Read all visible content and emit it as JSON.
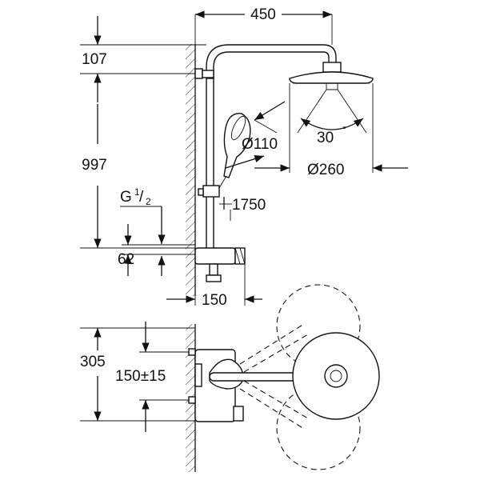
{
  "dimensions": {
    "width_total": "450",
    "height_arm": "107",
    "height_bar": "997",
    "thread": "G",
    "thread_num": "1",
    "thread_den": "2",
    "distance_62": "62",
    "angle": "30",
    "angle_unit": "°",
    "hand_diameter": "Ø110",
    "head_diameter": "Ø260",
    "height_1750": "1750",
    "depth_150": "150",
    "wall_305": "305",
    "centers": "150±15"
  }
}
